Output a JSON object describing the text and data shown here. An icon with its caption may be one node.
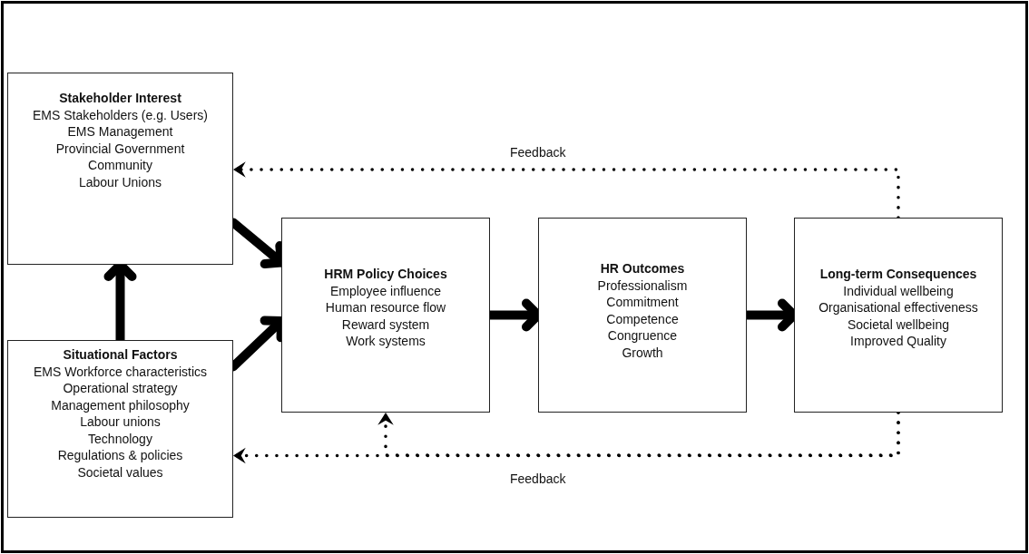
{
  "diagram": {
    "nodes": [
      {
        "text": [
          "Stakeholder Interest",
          "EMS Stakeholders (e.g. Users)",
          "EMS Management",
          "Provincial Government",
          "Community",
          "Labour Unions"
        ]
      },
      {
        "text": [
          "Situational Factors",
          "EMS Workforce characteristics",
          "Operational strategy",
          "Management philosophy",
          "Labour unions",
          "Technology",
          "Regulations & policies",
          "Societal values"
        ]
      },
      {
        "text": [
          "HRM Policy Choices",
          "Employee influence",
          "Human resource flow",
          "Reward system",
          "Work systems"
        ]
      },
      {
        "text": [
          "HR Outcomes",
          "Professionalism",
          "Commitment",
          "Competence",
          "Congruence",
          "Growth"
        ]
      },
      {
        "text": [
          "Long-term Consequences",
          "Individual wellbeing",
          "Organisational effectiveness",
          "Societal wellbeing",
          "Improved Quality"
        ]
      }
    ],
    "edges": [
      {
        "from": 1,
        "to": 0,
        "arrow": "to"
      },
      {
        "from": 0,
        "to": 2,
        "arrow": "to"
      },
      {
        "from": 1,
        "to": 2,
        "arrow": "to"
      },
      {
        "from": 2,
        "to": 3,
        "arrow": "to"
      },
      {
        "from": 3,
        "to": 4,
        "arrow": "to"
      },
      {
        "from": 4,
        "to": 0,
        "arrow": "to",
        "style": "dashed",
        "label": "Feedback"
      },
      {
        "from": 4,
        "to": 1,
        "arrow": "to",
        "style": "dashed",
        "label": "Feedback"
      },
      {
        "from": 4,
        "to": 2,
        "arrow": "to",
        "style": "dashed"
      }
    ]
  }
}
